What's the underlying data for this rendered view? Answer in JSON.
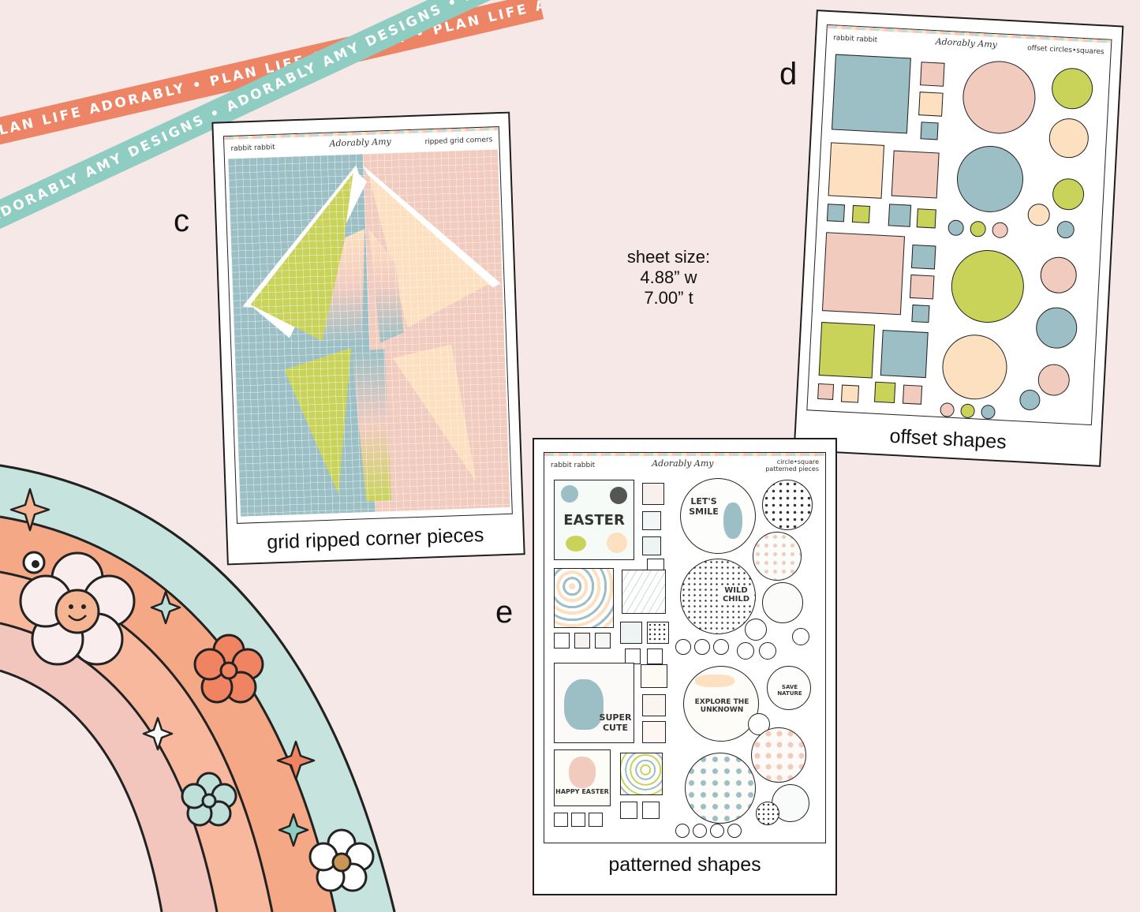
{
  "ribbons": {
    "orange_text": "PLAN LIFE ADORABLY • PLAN LIFE ADORABLY • PLAN LIFE ADORABLY • PLAN LIFE ADORABLY",
    "teal_text": "ADORABLY AMY DESIGNS • ADORABLY AMY DESIGNS • ADORABLY AMY DESIGNS • ADORABLY AMY DESIGNS",
    "orange_color": "#ee8466",
    "teal_color": "#8fcdc2"
  },
  "sheet_size": {
    "line1": "sheet size:",
    "line2": "4.88” w",
    "line3": "7.00” t"
  },
  "sheets": {
    "c": {
      "letter": "c",
      "header_left": "rabbit rabbit",
      "header_brand": "Adorably Amy",
      "header_right": "ripped grid corners",
      "caption": "grid ripped corner pieces"
    },
    "d": {
      "letter": "d",
      "header_left": "rabbit rabbit",
      "header_brand": "Adorably Amy",
      "header_right": "offset circles•squares",
      "caption": "offset shapes"
    },
    "e": {
      "letter": "e",
      "header_left": "rabbit rabbit",
      "header_brand": "Adorably Amy",
      "header_right": "circle•square patterned pieces",
      "caption": "patterned shapes",
      "stickers": {
        "easter": "EASTER",
        "lets_smile": "LET'S SMILE",
        "wild_child": "WILD CHILD",
        "super_cute": "SUPER CUTE",
        "explore": "EXPLORE THE UNKNOWN",
        "save_nature": "SAVE NATURE",
        "happy_easter": "HAPPY EASTER"
      }
    }
  },
  "palette": {
    "blue": "#9bbfc4",
    "pink": "#f2cbbf",
    "peach": "#fde0bf",
    "lime": "#c9d35a",
    "rainbow_teal": "#c7e3de",
    "rainbow_salmon": "#f5a886",
    "rainbow_light": "#f6d0c5",
    "rainbow_pink": "#efc7c6"
  }
}
